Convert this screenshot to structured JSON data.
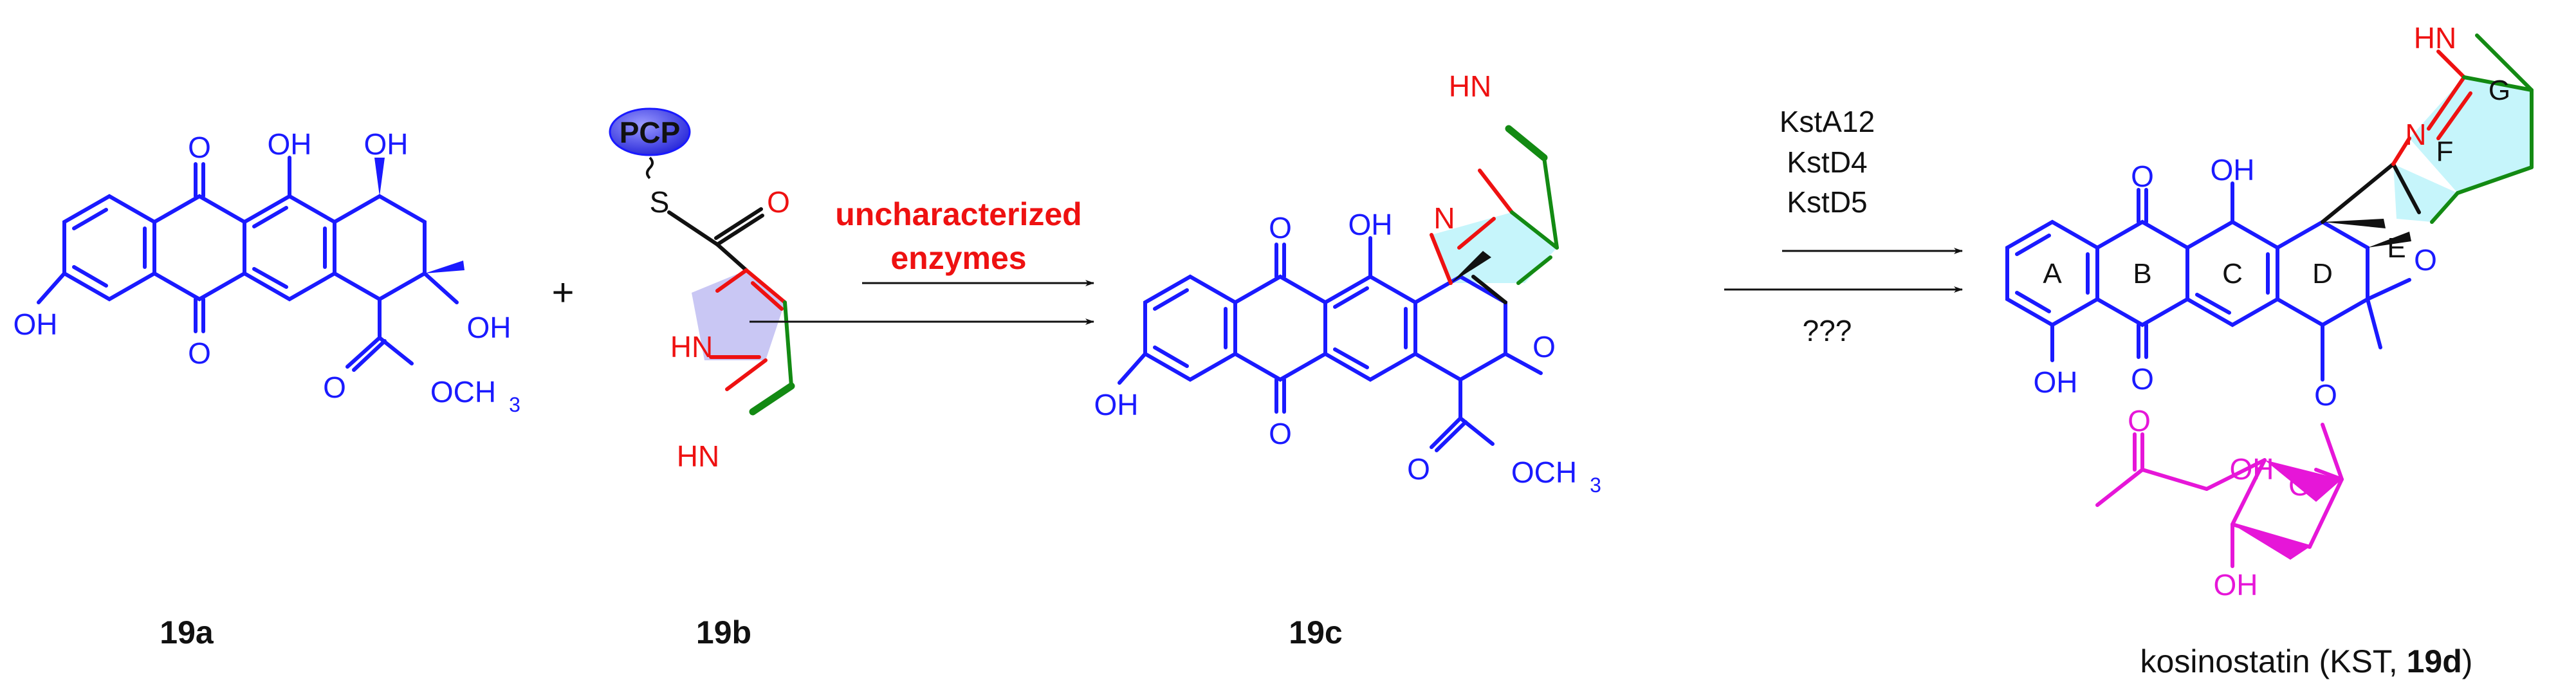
{
  "compounds": {
    "c19a": {
      "label": "19a",
      "atoms": {
        "o1": "O",
        "o2": "O",
        "oh1": "OH",
        "oh2": "OH",
        "oh3": "OH",
        "oh4": "OH",
        "o3": "O",
        "och3": "OCH",
        "sub3": "3"
      }
    },
    "c19b": {
      "label": "19b",
      "pcp": "PCP",
      "atoms": {
        "s": "S",
        "o": "O",
        "hn1": "HN",
        "hn2": "HN"
      }
    },
    "c19c": {
      "label": "19c",
      "atoms": {
        "o1": "O",
        "o2": "O",
        "oh1": "OH",
        "oh2": "OH",
        "hn": "HN",
        "n": "N",
        "o_bridge": "O",
        "o3": "O",
        "och3": "OCH",
        "sub3": "3"
      }
    },
    "c19d": {
      "label_prefix": "kosinostatin (KST, ",
      "label_bold": "19d",
      "label_suffix": ")",
      "atoms": {
        "o1": "O",
        "o2": "O",
        "oh1": "OH",
        "oh2": "OH",
        "hn": "HN",
        "n": "N",
        "o_bridge": "O",
        "o_link": "O",
        "o_ring": "O",
        "oh_s1": "OH",
        "oh_s2": "OH",
        "o_ket": "O"
      },
      "rings": [
        "A",
        "B",
        "C",
        "D",
        "E",
        "F",
        "G"
      ]
    }
  },
  "reagents": {
    "plus": "+"
  },
  "step1": {
    "line1": "uncharacterized",
    "line2": "enzymes"
  },
  "step2": {
    "line1": "KstA12",
    "line2": "KstD4",
    "line3": "KstD5",
    "line4": "???"
  },
  "colors": {
    "blue": "#1a1aff",
    "red": "#ee1111",
    "green": "#138a13",
    "magenta": "#e616d8",
    "pcp_fill": "#4545f0",
    "cyan_fill": "#c6f5fb",
    "lavender_fill": "#c9c7f4"
  }
}
